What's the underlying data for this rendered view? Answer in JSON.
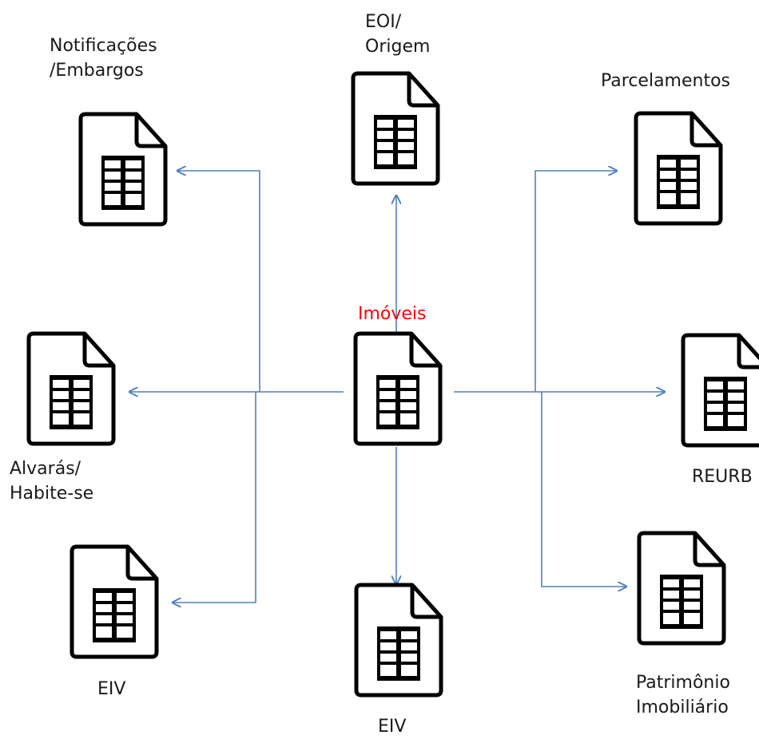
{
  "colors": {
    "arrow": "#4f81bd",
    "icon": "#000000",
    "center_label": "#ff0000",
    "text": "#1a1a1a"
  },
  "icon_type": "spreadsheet-file-icon",
  "center": {
    "label": "Imóveis"
  },
  "nodes": {
    "notificacoes": {
      "line1": "Notificações",
      "line2": "/Embargos"
    },
    "eoi": {
      "line1": "EOI/",
      "line2": "Origem"
    },
    "parcelamentos": {
      "line1": "Parcelamentos"
    },
    "alvaras": {
      "line1": "Alvarás/",
      "line2": "Habite-se"
    },
    "reurb": {
      "line1": "REURB"
    },
    "eiv_left": {
      "line1": "EIV"
    },
    "eiv_bottom": {
      "line1": "EIV"
    },
    "patrimonio": {
      "line1": "Patrimônio",
      "line2": "Imobiliário"
    }
  }
}
